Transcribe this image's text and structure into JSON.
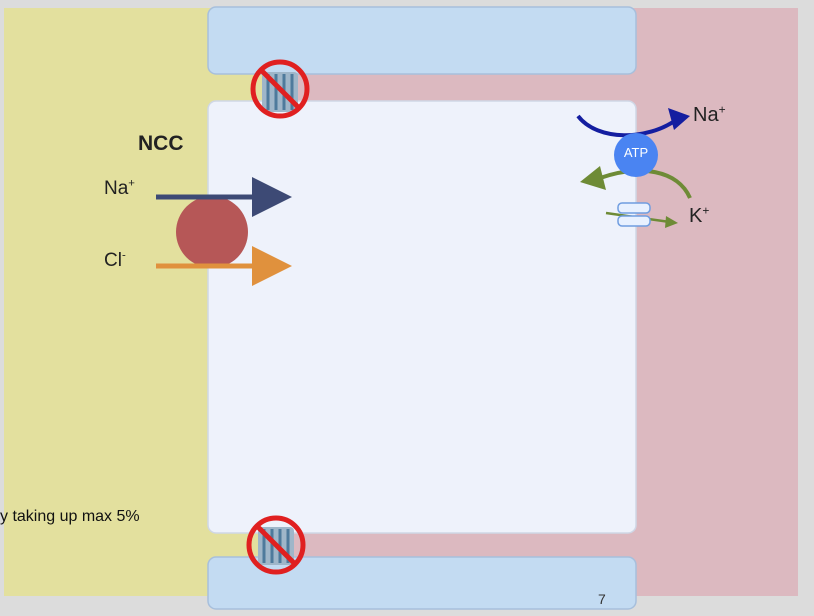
{
  "labels": {
    "ncc": "NCC",
    "na": "Na",
    "cl": "Cl",
    "k": "K",
    "plus": "+",
    "minus": "-",
    "atp": "ATP"
  },
  "caption": "y taking up max 5%",
  "page_number": "7",
  "colors": {
    "lumen": "#e3e09e",
    "interstitium": "#dcb9c0",
    "cell": "#eef2fb",
    "neighbor_cell": "#c3dbf2",
    "ncc_transporter": "#b65757",
    "na_arrow": "#3d4a75",
    "cl_arrow": "#e0913d",
    "pump_arrow": "#141ea0",
    "atp_circle": "#4a84f2",
    "k_arrow": "#6e8b36",
    "prohibition": "#e02020"
  },
  "icons": [
    "prohibition-icon",
    "tight-junction-icon",
    "potassium-channel-icon",
    "atp-pump-icon"
  ]
}
